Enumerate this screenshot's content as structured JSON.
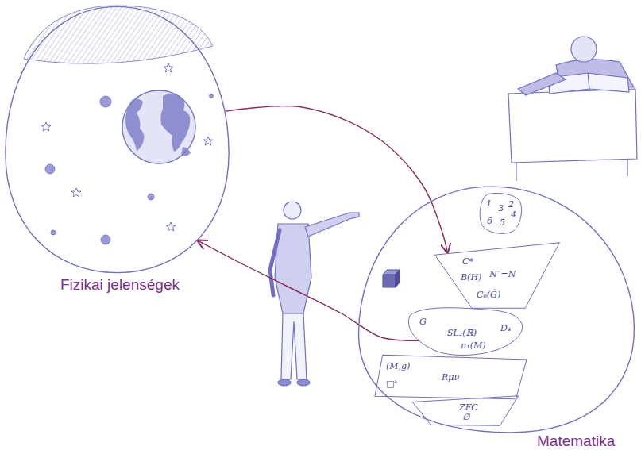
{
  "diagram": {
    "nodes": [
      {
        "text": [
          "Fizikai jelenségek"
        ]
      },
      {
        "text": [
          "Matematika"
        ]
      },
      {
        "text": [
          "1",
          "2",
          "3",
          "4",
          "5",
          "6"
        ],
        "in": 1
      },
      {
        "text": [
          "C*",
          "B(H)",
          "N′′=N",
          "C₀(Ĝ)"
        ],
        "in": 1
      },
      {
        "text": [
          "G",
          "SL₂(ℝ)",
          "D₄",
          "π₁(M)"
        ],
        "in": 1
      },
      {
        "text": [
          "(M,g)",
          "□ᵏ",
          "Rμν"
        ],
        "in": 1
      },
      {
        "text": [
          "ZFC",
          "∅"
        ],
        "in": 1
      }
    ],
    "edges": [
      {
        "from": 0,
        "to": 3,
        "arrow": "to"
      },
      {
        "from": 4,
        "to": 0,
        "arrow": "to"
      }
    ]
  }
}
